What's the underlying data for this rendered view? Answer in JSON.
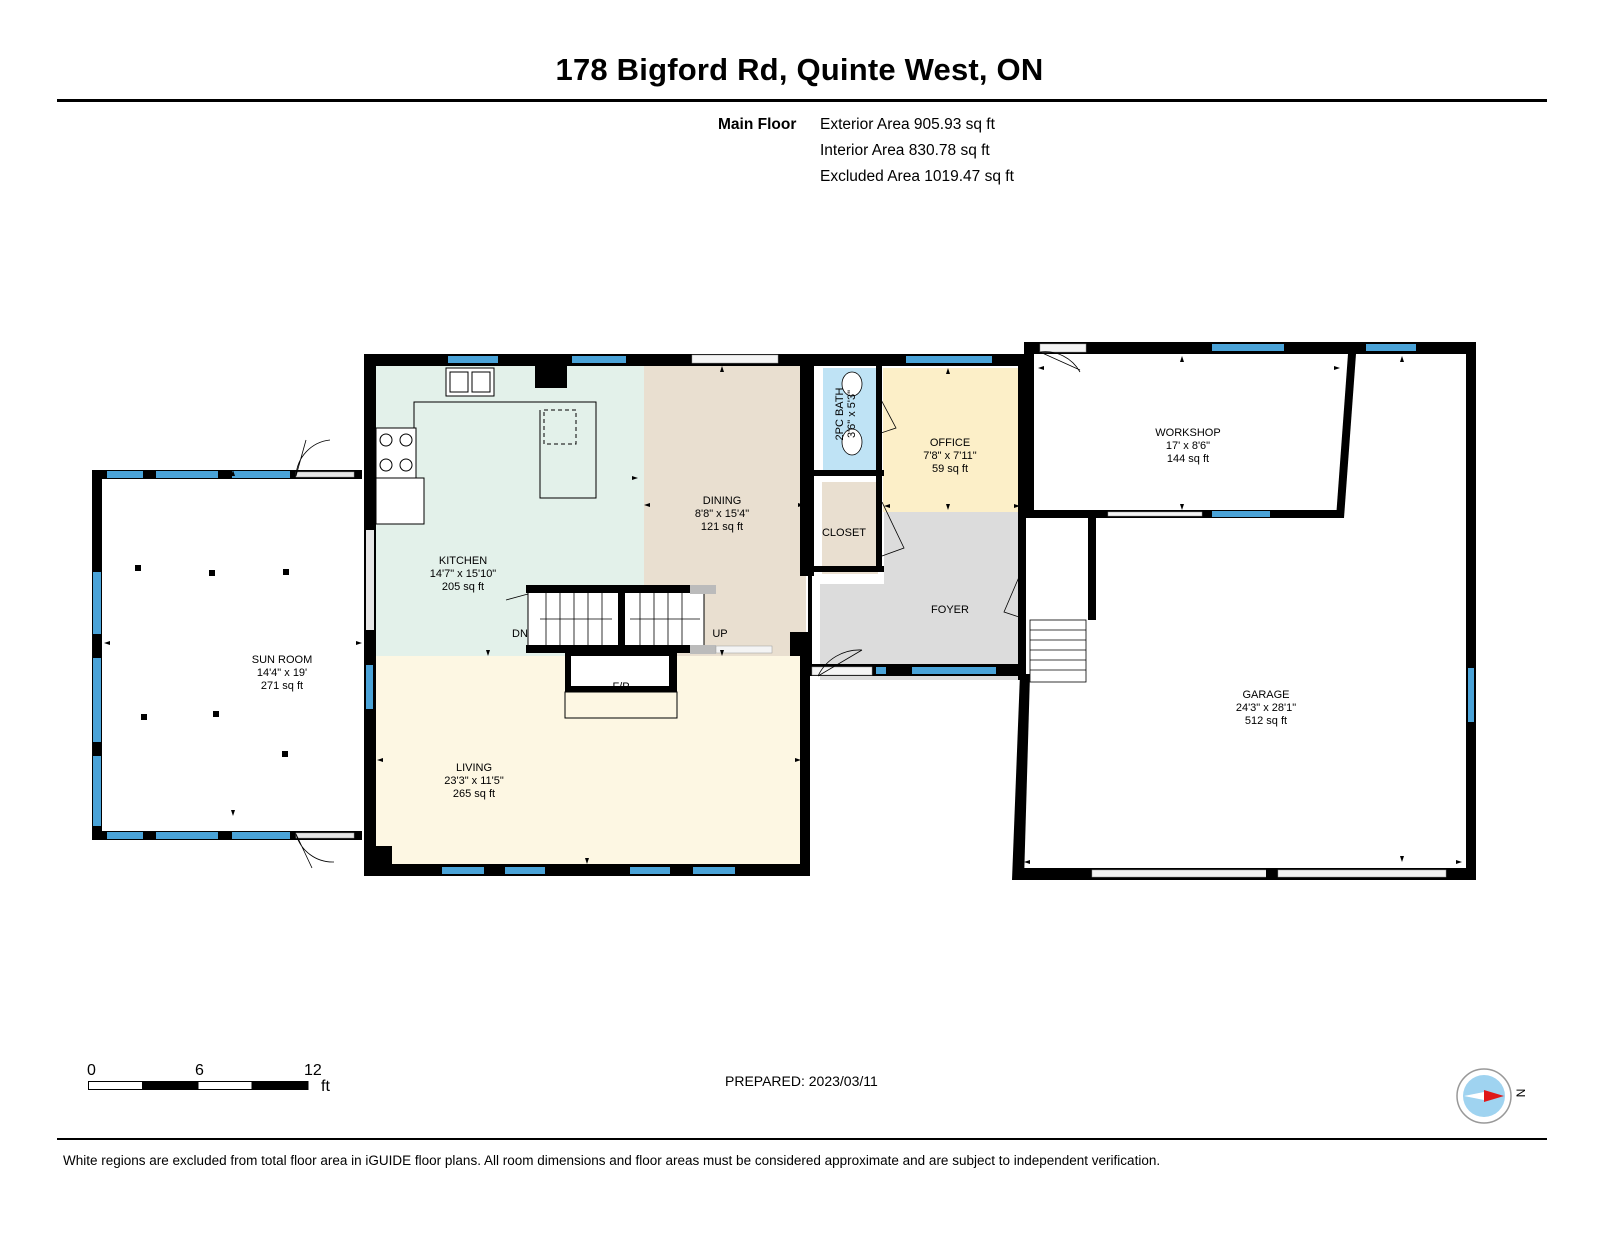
{
  "header": {
    "title": "178 Bigford Rd, Quinte West, ON"
  },
  "floor_summary": {
    "floor_label": "Main Floor",
    "exterior_area": "Exterior Area 905.93 sq ft",
    "interior_area": "Interior Area 830.78 sq ft",
    "excluded_area": "Excluded Area 1019.47 sq ft"
  },
  "rooms": {
    "sun_room": {
      "name": "SUN ROOM",
      "dims": "14'4\" x 19'",
      "area": "271 sq ft"
    },
    "kitchen": {
      "name": "KITCHEN",
      "dims": "14'7\" x 15'10\"",
      "area": "205 sq ft"
    },
    "dining": {
      "name": "DINING",
      "dims": "8'8\" x 15'4\"",
      "area": "121 sq ft"
    },
    "living": {
      "name": "LIVING",
      "dims": "23'3\" x 11'5\"",
      "area": "265 sq ft"
    },
    "bath": {
      "name": "2PC BATH",
      "dims": "3'6\" x 5'3\""
    },
    "office": {
      "name": "OFFICE",
      "dims": "7'8\" x 7'11\"",
      "area": "59 sq ft"
    },
    "closet": {
      "name": "CLOSET"
    },
    "foyer": {
      "name": "FOYER"
    },
    "workshop": {
      "name": "WORKSHOP",
      "dims": "17' x 8'6\"",
      "area": "144 sq ft"
    },
    "garage": {
      "name": "GARAGE",
      "dims": "24'3\" x 28'1\"",
      "area": "512 sq ft"
    }
  },
  "labels": {
    "stairs_down": "DN",
    "stairs_up": "UP",
    "fireplace": "F/P"
  },
  "scale_bar": {
    "ticks": [
      "0",
      "6",
      "12"
    ],
    "unit": "ft"
  },
  "compass": {
    "north_label": "N"
  },
  "footer": {
    "prepared": "PREPARED: 2023/03/11",
    "disclaimer": "White regions are excluded from total floor area in iGUIDE floor plans. All room dimensions and floor areas must be considered approximate and are subject to independent verification."
  },
  "colors": {
    "wall": "#000000",
    "window": "#4aa3d8",
    "kitchen": "#e3f1ea",
    "dining": "#e9dfd0",
    "living": "#fdf7e3",
    "office": "#fcefc8",
    "bath": "#bfe3f5",
    "foyer": "#dcdcdc",
    "closet": "#e9dfd0"
  }
}
